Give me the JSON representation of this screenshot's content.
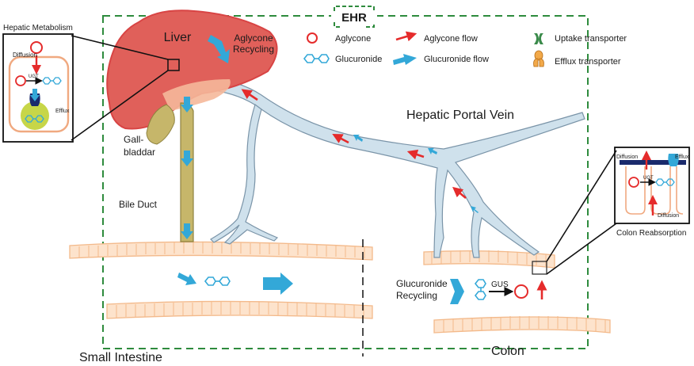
{
  "title": "EHR",
  "legend": {
    "aglycone": "Aglycone",
    "glucuronide": "Glucuronide",
    "aglycone_flow": "Aglycone flow",
    "glucuronide_flow": "Glucuronide flow",
    "uptake": "Uptake transporter",
    "efflux": "Efflux transporter"
  },
  "organs": {
    "liver": "Liver",
    "aglycone_recycling_1": "Aglycone",
    "aglycone_recycling_2": "Recycling",
    "portal_vein": "Hepatic Portal Vein",
    "gallbladder_1": "Gall-",
    "gallbladder_2": "bladdar",
    "bile_duct": "Bile Duct",
    "small_intestine": "Small Intestine",
    "colon": "Colon",
    "glucuronide_recycling_1": "Glucuronide",
    "glucuronide_recycling_2": "Recycling",
    "gus": "GUS"
  },
  "inset_hepatic": {
    "title": "Hepatic Metabolism",
    "diffusion": "Diffusion",
    "ugt": "UGT",
    "efflux": "Efflux"
  },
  "inset_colon": {
    "title": "Colon Reabsorption",
    "diffusion_top": "Diffusion",
    "efflux": "Efflux",
    "ugt": "UGT",
    "diffusion_bottom": "Diffusion"
  },
  "colors": {
    "aglycone": "#e52b2b",
    "glucuronide": "#33a8d8",
    "liver": "#e0605a",
    "vein": "#cfe1ec",
    "bile": "#c6b66a",
    "intestine": "#f9c9a0",
    "dash": "#2e8b3d",
    "uptake": "#3a8a4a",
    "efflux_t": "#f2a94a"
  }
}
